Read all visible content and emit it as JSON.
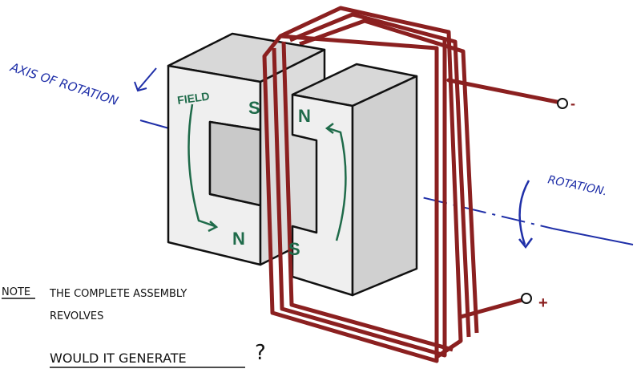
{
  "labels": {
    "axis": "AXIS OF ROTATION",
    "field": "FIELD",
    "rotation": "ROTATION.",
    "pole_s_top": "S",
    "pole_n_bottom": "N",
    "pole_n_top": "N",
    "pole_s_bottom": "S",
    "lead_minus": "-",
    "lead_plus": "+"
  },
  "note": {
    "prefix": "NOTE",
    "line1": "THE COMPLETE ASSEMBLY",
    "line2": "REVOLVES"
  },
  "question": {
    "text": "WOULD IT GENERATE",
    "mark": "?"
  },
  "colors": {
    "axis_ink": "#1f2fa8",
    "field_ink": "#1f6b4a",
    "coil_ink": "#8b2020",
    "magnet_fill": "#eaeaea",
    "magnet_shade": "#c9c9c9",
    "ink": "#111111"
  }
}
